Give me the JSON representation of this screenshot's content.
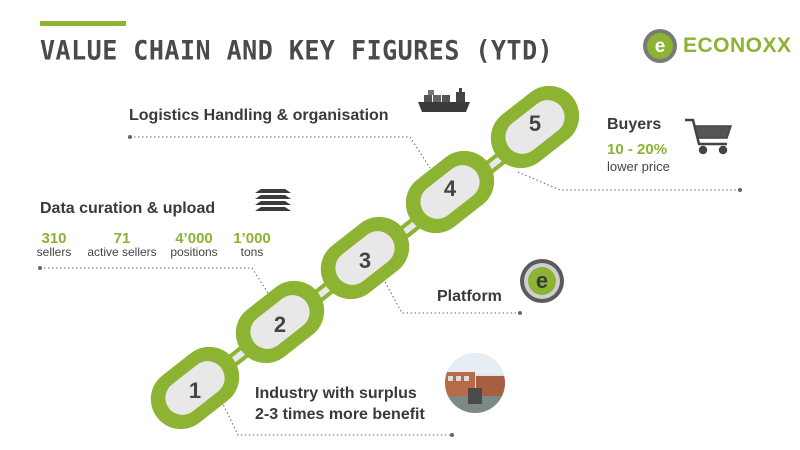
{
  "title": "VALUE CHAIN AND KEY FIGURES (YTD)",
  "logo": {
    "text": "ECONOXX"
  },
  "colors": {
    "accent": "#8cb332",
    "chain_link": "#8cb332",
    "chain_inner": "#e8e8e8",
    "text": "#4a4a4a"
  },
  "chain": {
    "numbers": [
      "1",
      "2",
      "3",
      "4",
      "5"
    ]
  },
  "logistics": {
    "label": "Logistics Handling & organisation",
    "icon": "cargo-ship-icon"
  },
  "data_curation": {
    "label": "Data curation & upload",
    "icon": "stacked-layers-icon",
    "stats": [
      {
        "value": "310",
        "label": "sellers"
      },
      {
        "value": "71",
        "label": "active sellers"
      },
      {
        "value": "4’000",
        "label": "positions"
      },
      {
        "value": "1’000",
        "label": "tons"
      }
    ]
  },
  "buyers": {
    "label": "Buyers",
    "figure": "10 - 20%",
    "sub": "lower price",
    "icon": "shopping-cart-icon"
  },
  "platform": {
    "label": "Platform",
    "icon": "econoxx-e-icon"
  },
  "industry": {
    "line1": "Industry with surplus",
    "line2": "2-3 times more benefit",
    "icon": "warehouse-photo"
  }
}
